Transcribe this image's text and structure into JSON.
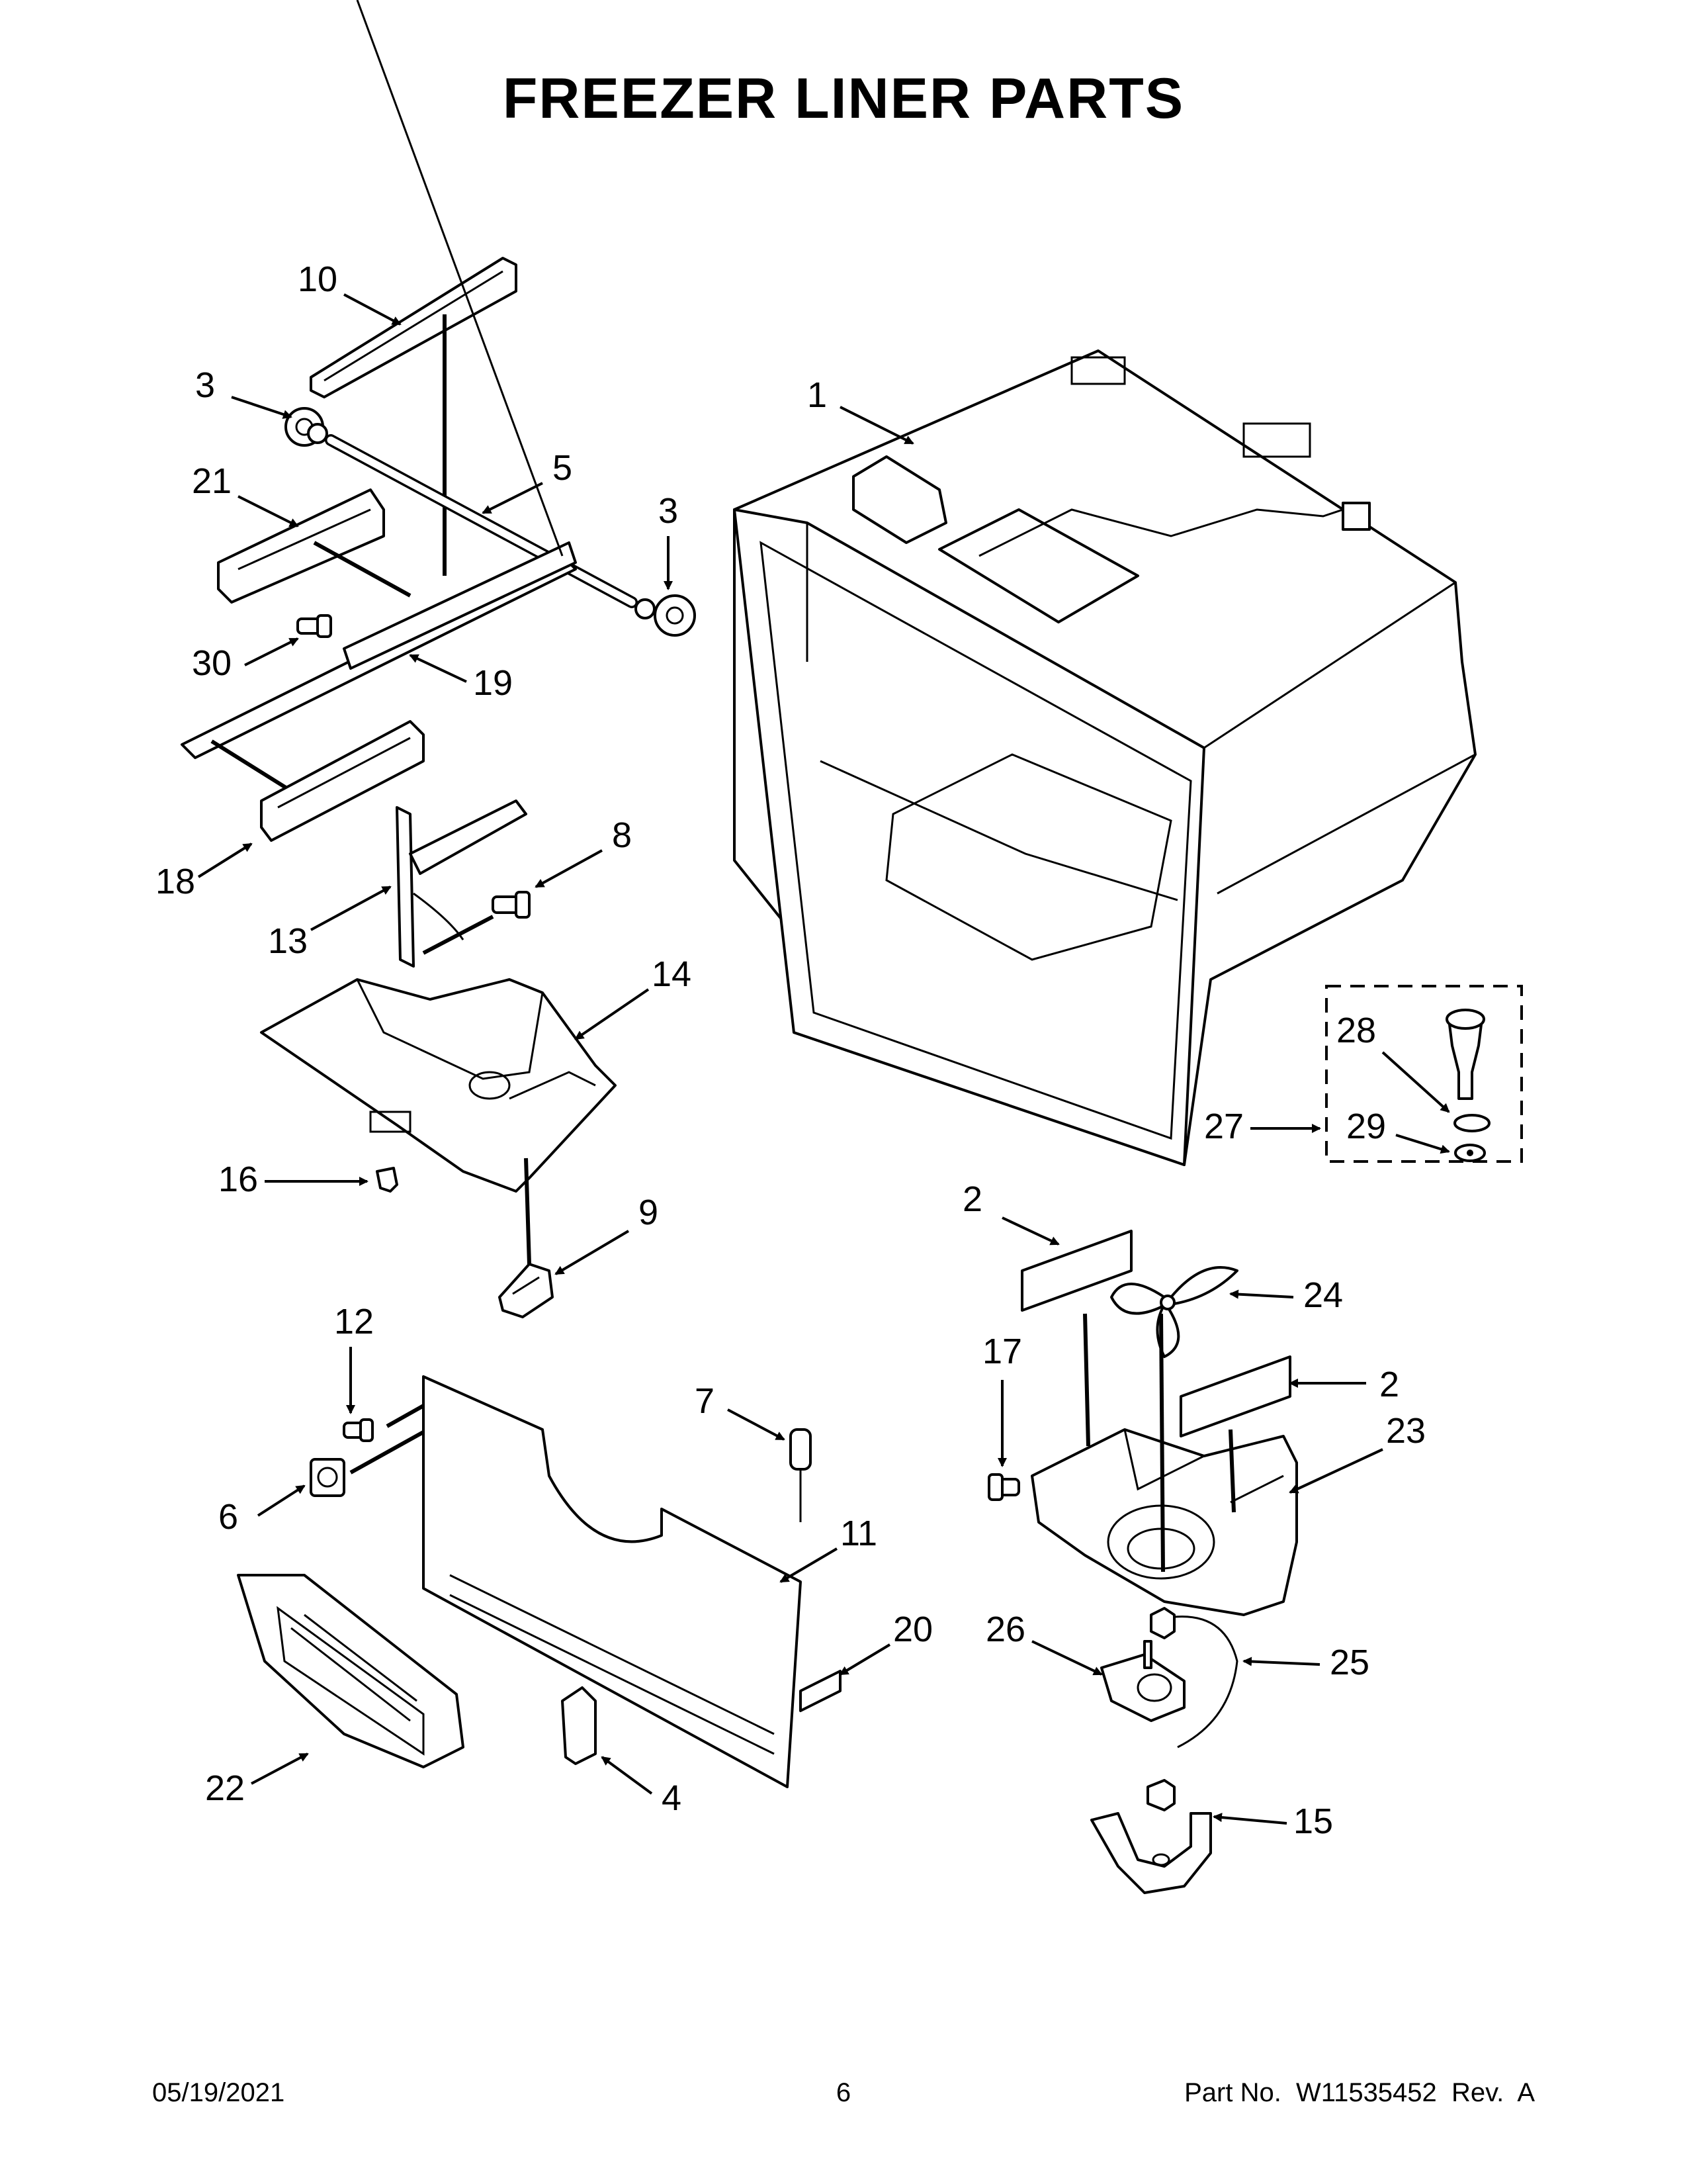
{
  "title": "FREEZER LINER PARTS",
  "footer": {
    "date": "05/19/2021",
    "page": "6",
    "part_no": "Part No.  W11535452  Rev.  A"
  },
  "callouts": {
    "c1": "1",
    "c2a": "2",
    "c2b": "2",
    "c3a": "3",
    "c3b": "3",
    "c4": "4",
    "c5": "5",
    "c6": "6",
    "c7": "7",
    "c8": "8",
    "c9": "9",
    "c10": "10",
    "c11": "11",
    "c12": "12",
    "c13": "13",
    "c14": "14",
    "c15": "15",
    "c16": "16",
    "c17": "17",
    "c18": "18",
    "c19": "19",
    "c20": "20",
    "c21": "21",
    "c22": "22",
    "c23": "23",
    "c24": "24",
    "c25": "25",
    "c26": "26",
    "c27": "27",
    "c28": "28",
    "c29": "29",
    "c30": "30"
  }
}
